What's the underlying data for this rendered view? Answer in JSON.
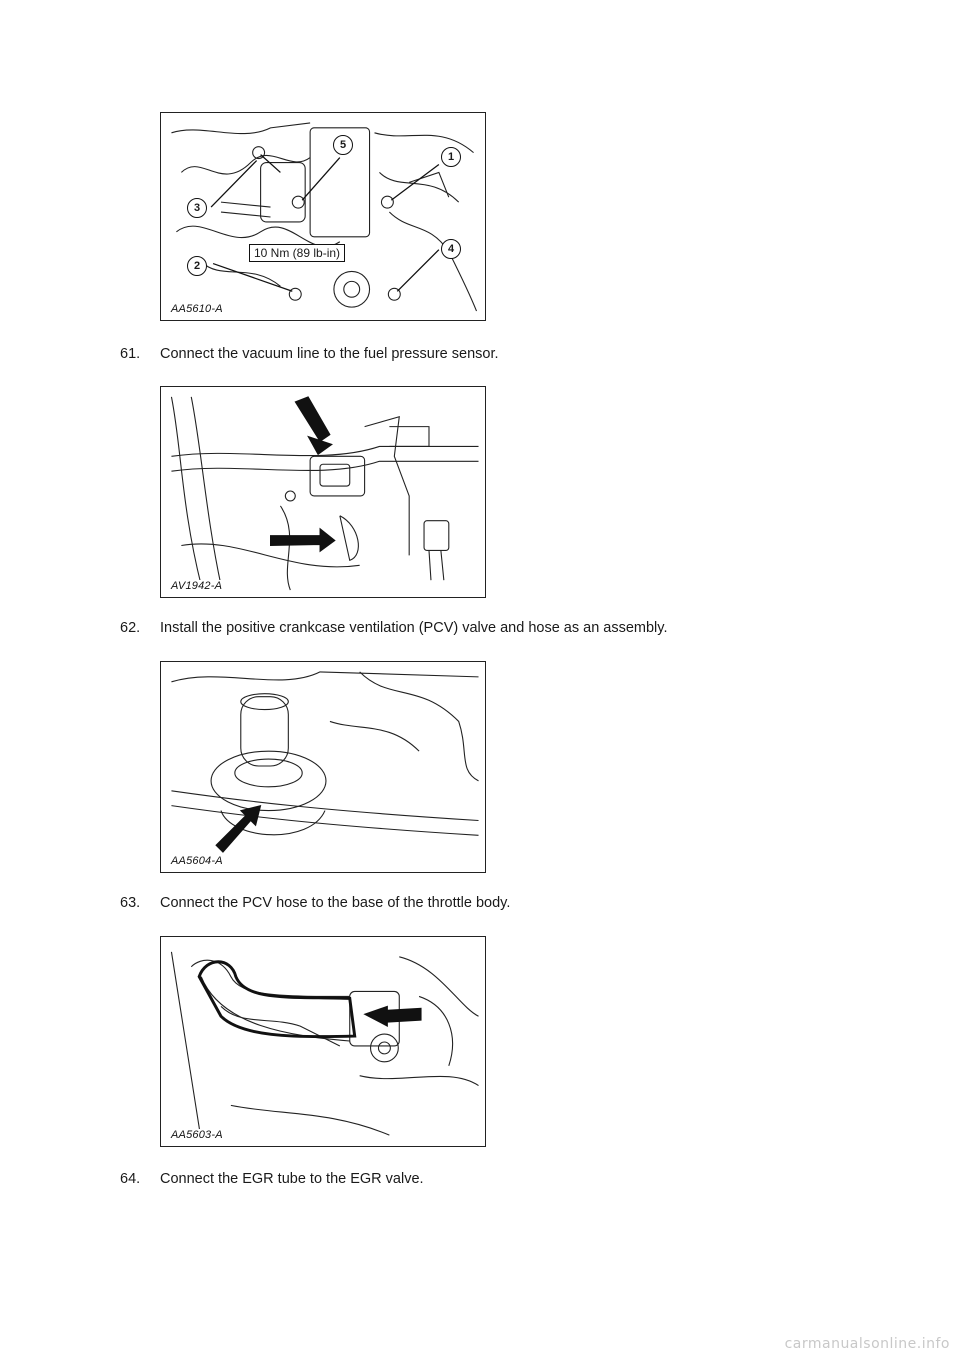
{
  "figures": [
    {
      "id": "AA5610-A",
      "torque": "10 Nm (89 lb-in)",
      "callouts": [
        "1",
        "2",
        "3",
        "4",
        "5"
      ]
    },
    {
      "id": "AV1942-A"
    },
    {
      "id": "AA5604-A"
    },
    {
      "id": "AA5603-A"
    }
  ],
  "steps": [
    {
      "number": "61.",
      "text": "Connect the vacuum line to the fuel pressure sensor."
    },
    {
      "number": "62.",
      "text": "Install the positive crankcase ventilation (PCV) valve and hose as an assembly."
    },
    {
      "number": "63.",
      "text": "Connect the PCV hose to the base of the throttle body."
    },
    {
      "number": "64.",
      "text": "Connect the EGR tube to the EGR valve."
    }
  ],
  "footer": {
    "brand": "carmanualsonline.info"
  }
}
